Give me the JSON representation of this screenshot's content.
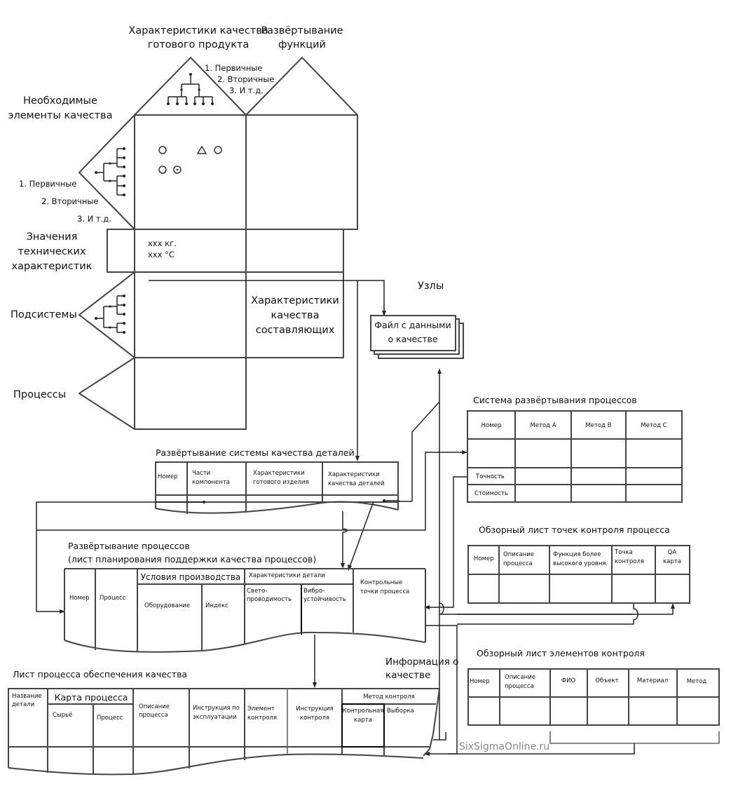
{
  "house": {
    "title_quality_product": [
      "Характеристики качества",
      "готового продукта"
    ],
    "title_function_deploy": [
      "Развёртывание",
      "функций"
    ],
    "roof_levels": [
      "1. Первичные",
      "2. Вторичные",
      "3. И т.д."
    ],
    "required_elements": [
      "Необходимые",
      "элементы качества"
    ],
    "left_levels": [
      "1. Первичные",
      "2. Вторичные",
      "3. И т.д."
    ],
    "tech_values_label": [
      "Значения",
      "технических",
      "характеристик"
    ],
    "tech_values": [
      "xxx кг.",
      "xxx °C"
    ],
    "subsystems": "Подсистемы",
    "components_quality": [
      "Характеристики",
      "качества",
      "составляющих"
    ],
    "processes": "Процессы"
  },
  "nodes": {
    "label": "Узлы",
    "file_box": [
      "Файл с данными",
      "о качестве"
    ]
  },
  "parts_deploy": {
    "title": "Развёртывание системы качества деталей",
    "headers": [
      [
        "Номер"
      ],
      [
        "Части",
        "компонента"
      ],
      [
        "Характеристики",
        "готового  изделия"
      ],
      [
        "Характеристики",
        "качества деталей"
      ]
    ]
  },
  "process_system": {
    "title": "Система развёртывания процессов",
    "headers": [
      "Номер",
      "Метод A",
      "Метод B",
      "Метод C"
    ],
    "rows": [
      "Точность",
      "Стоимость"
    ]
  },
  "process_deploy": {
    "title": [
      "Развёртывание процессов",
      "(лист планирования поддержки качества процессов)"
    ],
    "col_number": "Номер",
    "col_process": "Процесс",
    "group_conditions": "Условия производства",
    "col_equipment": "Оборудование",
    "col_index": "Индекс",
    "group_part_chars": "Характеристики  детали",
    "col_light": [
      "Свето-",
      "проводимость"
    ],
    "col_vibro": [
      "Вибро-",
      "устойчивость"
    ],
    "col_checkpoints": [
      "Контрольные",
      "точки процесса"
    ]
  },
  "checkpoint_review": {
    "title": "Обзорный лист точек контроля процесса",
    "headers": [
      [
        "Номер"
      ],
      [
        "Описание",
        "процесса"
      ],
      [
        "Функция  более",
        "высокого  уровня"
      ],
      [
        "Точка",
        "контроля"
      ],
      [
        "QA",
        "карта"
      ]
    ]
  },
  "control_elements_review": {
    "title": "Обзорный лист элементов контроля",
    "headers": [
      [
        "Номер"
      ],
      [
        "Описание",
        "процесса"
      ],
      [
        "ФИО"
      ],
      [
        "Объект"
      ],
      [
        "Материал"
      ],
      [
        "Метод"
      ]
    ]
  },
  "quality_info": [
    "Информация о",
    "качестве"
  ],
  "qa_process_sheet": {
    "title": "Лист процесса обеспечения качества",
    "col_part_name": [
      "Название",
      "детали"
    ],
    "group_process_map": "Карта процесса",
    "col_raw": "Сырьё",
    "col_process": "Процесс",
    "col_description": [
      "Описание",
      "процесса"
    ],
    "col_operation": [
      "Инструкция  по",
      "эксплуатации"
    ],
    "col_control_element": [
      "Элемент",
      "контроля"
    ],
    "col_control_instruction": [
      "Инструкция",
      "контроля"
    ],
    "group_control_method": "Метод контроля",
    "col_control_chart": [
      "Контрольная",
      "карта"
    ],
    "col_sample": "Выборка"
  },
  "watermark": "SixSigmaOnline.ru"
}
